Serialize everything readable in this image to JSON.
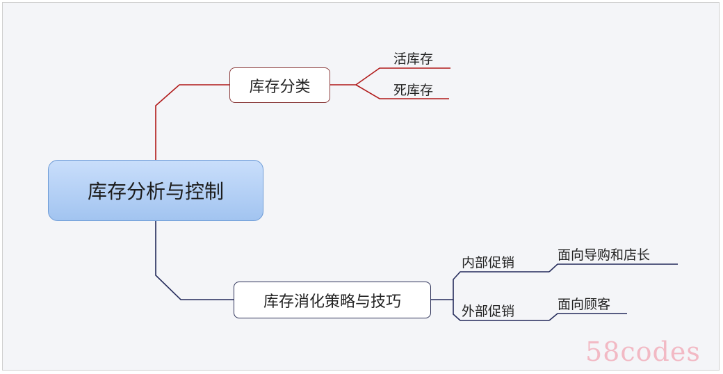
{
  "diagram": {
    "root": {
      "label": "库存分析与控制"
    },
    "branches": [
      {
        "label": "库存分类",
        "color": "#b01818",
        "children": [
          {
            "label": "活库存"
          },
          {
            "label": "死库存"
          }
        ]
      },
      {
        "label": "库存消化策略与技巧",
        "color": "#232a5a",
        "children": [
          {
            "label": "内部促销",
            "children": [
              {
                "label": "面向导购和店长"
              }
            ]
          },
          {
            "label": "外部促销",
            "children": [
              {
                "label": "面向顾客"
              }
            ]
          }
        ]
      }
    ]
  },
  "watermark": {
    "text": "58codes"
  }
}
